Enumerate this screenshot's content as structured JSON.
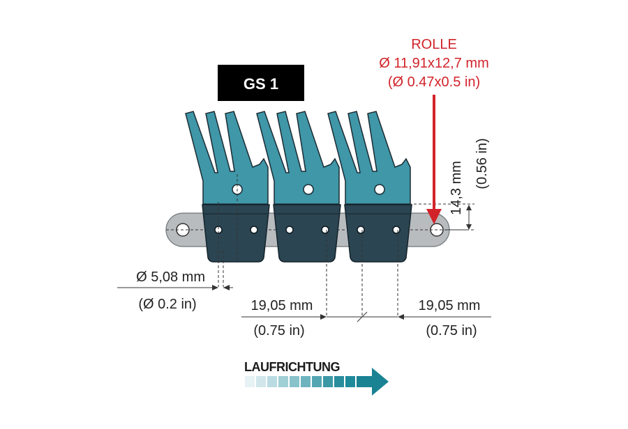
{
  "model_label": "GS 1",
  "roller": {
    "title": "ROLLE",
    "dim_mm": "Ø 11,91x12,7 mm",
    "dim_in": "(Ø 0.47x0.5 in)"
  },
  "height": {
    "mm": "14,3 mm",
    "in": "(0.56 in)"
  },
  "pin": {
    "mm": "Ø 5,08 mm",
    "in": "(Ø 0.2 in)"
  },
  "pitch_left": {
    "mm": "19,05 mm",
    "in": "(0.75 in)"
  },
  "pitch_right": {
    "mm": "19,05 mm",
    "in": "(0.75 in)"
  },
  "direction": {
    "label": "LAUFRICHTUNG"
  },
  "colors": {
    "teeth": "#3f97a8",
    "base": "#2b4552",
    "chain": "#b8bcbf",
    "accent_red": "#d2232a",
    "arrow": "#1f8a9a"
  }
}
